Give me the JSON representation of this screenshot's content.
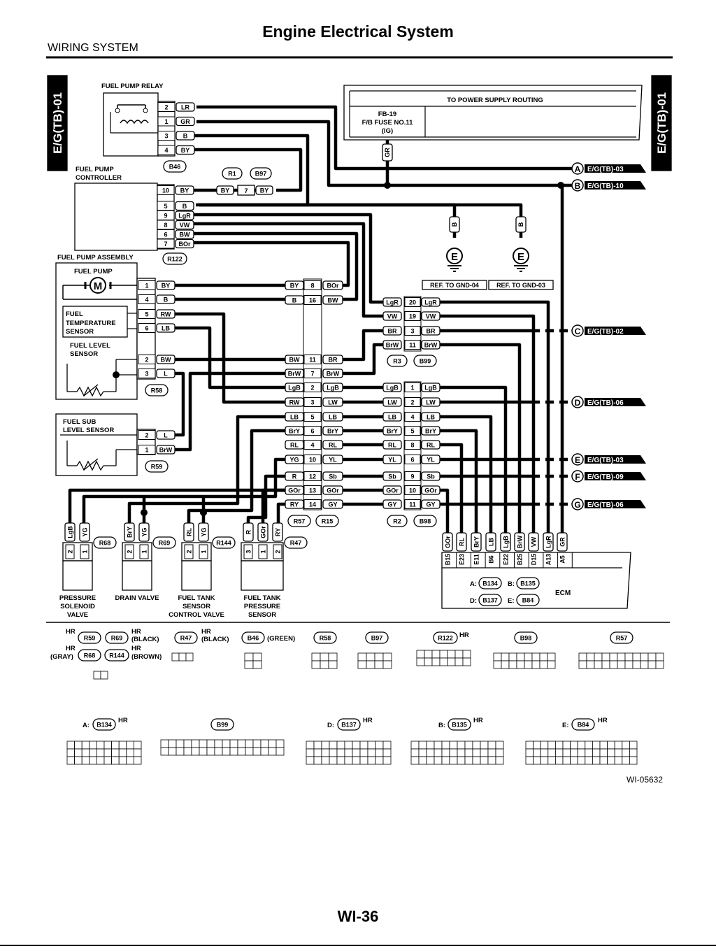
{
  "header": {
    "title": "Engine Electrical System",
    "section": "WIRING SYSTEM"
  },
  "footer": {
    "page_number": "WI-36",
    "diagram_id": "WI-05632"
  },
  "side_tab": "E/G(TB)-01",
  "power": {
    "title": "TO POWER SUPPLY ROUTING",
    "fuse_line1": "FB-19",
    "fuse_line2": "F/B FUSE NO.11",
    "fuse_line3": "(IG)",
    "wire": "GR"
  },
  "components": {
    "relay": "FUEL PUMP RELAY",
    "controller_1": "FUEL PUMP",
    "controller_2": "CONTROLLER",
    "assembly": "FUEL PUMP ASSEMBLY",
    "pump": "FUEL PUMP",
    "pump_symbol": "M",
    "temp_1": "FUEL",
    "temp_2": "TEMPERATURE",
    "temp_3": "SENSOR",
    "level_1": "FUEL LEVEL",
    "level_2": "SENSOR",
    "sub_1": "FUEL SUB",
    "sub_2": "LEVEL SENSOR",
    "ecm": "ECM",
    "ground_symbol": "E"
  },
  "ecm_connectors": [
    "A:",
    "B134",
    "B:",
    "B135",
    "D:",
    "B137",
    "E:",
    "B84"
  ],
  "bottom_components": [
    {
      "lines": [
        "PRESSURE",
        "SOLENOID",
        "VALVE"
      ]
    },
    {
      "lines": [
        "DRAIN VALVE"
      ]
    },
    {
      "lines": [
        "FUEL TANK",
        "SENSOR",
        "CONTROL VALVE"
      ]
    },
    {
      "lines": [
        "FUEL TANK",
        "PRESSURE",
        "SENSOR"
      ]
    }
  ],
  "ground_refs": [
    "REF. TO GND-04",
    "REF. TO GND-03"
  ],
  "ground_wires": [
    "B",
    "B"
  ],
  "right_refs": [
    {
      "letter": "A",
      "label": "E/G(TB)-03"
    },
    {
      "letter": "B",
      "label": "E/G(TB)-10"
    },
    {
      "letter": "C",
      "label": "E/G(TB)-02"
    },
    {
      "letter": "D",
      "label": "E/G(TB)-06"
    },
    {
      "letter": "E",
      "label": "E/G(TB)-03"
    },
    {
      "letter": "F",
      "label": "E/G(TB)-09"
    },
    {
      "letter": "G",
      "label": "E/G(TB)-06"
    }
  ],
  "relay_pins": [
    {
      "pin": "2",
      "wire": "LR"
    },
    {
      "pin": "1",
      "wire": "GR"
    },
    {
      "pin": "3",
      "wire": "B"
    },
    {
      "pin": "4",
      "wire": "BY"
    }
  ],
  "controller_pins": [
    {
      "pin": "10",
      "wire": "BY"
    },
    {
      "pin": "5",
      "wire": "B"
    },
    {
      "pin": "9",
      "wire": "LgR"
    },
    {
      "pin": "8",
      "wire": "VW"
    },
    {
      "pin": "6",
      "wire": "BW"
    },
    {
      "pin": "7",
      "wire": "BOr"
    }
  ],
  "r1b97": {
    "left_wire": "BY",
    "pin": "7",
    "right_wire": "BY"
  },
  "assembly_pins": [
    {
      "pin": "1",
      "wire": "BY"
    },
    {
      "pin": "4",
      "wire": "B"
    },
    {
      "pin": "5",
      "wire": "RW"
    },
    {
      "pin": "6",
      "wire": "LB"
    },
    {
      "pin": "2",
      "wire": "BW"
    },
    {
      "pin": "3",
      "wire": "L"
    }
  ],
  "sub_pins": [
    {
      "pin": "2",
      "wire": "L"
    },
    {
      "pin": "1",
      "wire": "BrW"
    }
  ],
  "r57_rows": [
    {
      "l": "BY",
      "p": "8",
      "r": "BOr"
    },
    {
      "l": "B",
      "p": "16",
      "r": "BW"
    },
    {
      "l": "BW",
      "p": "11",
      "r": "BR"
    },
    {
      "l": "BrW",
      "p": "7",
      "r": "BrW"
    },
    {
      "l": "LgB",
      "p": "2",
      "r": "LgB"
    },
    {
      "l": "RW",
      "p": "3",
      "r": "LW"
    },
    {
      "l": "LB",
      "p": "5",
      "r": "LB"
    },
    {
      "l": "BrY",
      "p": "6",
      "r": "BrY"
    },
    {
      "l": "RL",
      "p": "4",
      "r": "RL"
    },
    {
      "l": "YG",
      "p": "10",
      "r": "YL"
    },
    {
      "l": "R",
      "p": "12",
      "r": "Sb"
    },
    {
      "l": "GOr",
      "p": "13",
      "r": "GOr"
    },
    {
      "l": "RY",
      "p": "14",
      "r": "GY"
    }
  ],
  "r3_rows": [
    {
      "l": "LgR",
      "p": "20",
      "r": "LgR"
    },
    {
      "l": "VW",
      "p": "19",
      "r": "VW"
    },
    {
      "l": "BR",
      "p": "3",
      "r": "BR"
    },
    {
      "l": "BrW",
      "p": "11",
      "r": "BrW"
    }
  ],
  "r2_rows": [
    {
      "l": "LgB",
      "p": "1",
      "r": "LgB"
    },
    {
      "l": "LW",
      "p": "2",
      "r": "LW"
    },
    {
      "l": "LB",
      "p": "4",
      "r": "LB"
    },
    {
      "l": "BrY",
      "p": "5",
      "r": "BrY"
    },
    {
      "l": "RL",
      "p": "8",
      "r": "RL"
    },
    {
      "l": "YL",
      "p": "6",
      "r": "YL"
    },
    {
      "l": "Sb",
      "p": "9",
      "r": "Sb"
    },
    {
      "l": "GOr",
      "p": "10",
      "r": "GOr"
    },
    {
      "l": "GY",
      "p": "11",
      "r": "GY"
    }
  ],
  "ecm_pins": [
    {
      "pin": "B15",
      "wire": "GOr"
    },
    {
      "pin": "E23",
      "wire": "RL"
    },
    {
      "pin": "E11",
      "wire": "BrY"
    },
    {
      "pin": "B6",
      "wire": "LB"
    },
    {
      "pin": "E22",
      "wire": "LgB"
    },
    {
      "pin": "B25",
      "wire": "BrW"
    },
    {
      "pin": "D15",
      "wire": "VW"
    },
    {
      "pin": "A13",
      "wire": "LgR"
    },
    {
      "pin": "A5",
      "wire": "GR"
    }
  ],
  "valves": [
    {
      "wires": [
        "LgB",
        "YG"
      ],
      "pins": [
        "2",
        "1"
      ],
      "tag": "R68"
    },
    {
      "wires": [
        "BrY",
        "YG"
      ],
      "pins": [
        "2",
        "1"
      ],
      "tag": "R69"
    },
    {
      "wires": [
        "RL",
        "YG"
      ],
      "pins": [
        "2",
        "1"
      ],
      "tag": "R144"
    },
    {
      "wires": [
        "R",
        "GOr",
        "RY"
      ],
      "pins": [
        "3",
        "1",
        "2"
      ],
      "tag": "R47"
    }
  ],
  "tags": {
    "B46": "B46",
    "R1": "R1",
    "B97": "B97",
    "R122": "R122",
    "R58": "R58",
    "R59": "R59",
    "R3": "R3",
    "B99": "B99",
    "R57": "R57",
    "R15": "R15",
    "R2": "R2",
    "B98": "B98"
  },
  "legend_top": {
    "hr": "HR",
    "gray": "(GRAY)",
    "black": "(BLACK)",
    "brown": "(BROWN)",
    "green": "(GREEN)",
    "r59": "R59",
    "r69": "R69",
    "r68": "R68",
    "r144": "R144",
    "r47": "R47",
    "b46": "B46",
    "r58": "R58",
    "b97": "B97",
    "r122": "R122",
    "b98": "B98",
    "r57": "R57"
  },
  "legend_bottom": {
    "a": "A:",
    "b134": "B134",
    "b99": "B99",
    "d": "D:",
    "b137": "B137",
    "b": "B:",
    "b135": "B135",
    "e": "E:",
    "b84": "B84",
    "hr": "HR"
  }
}
